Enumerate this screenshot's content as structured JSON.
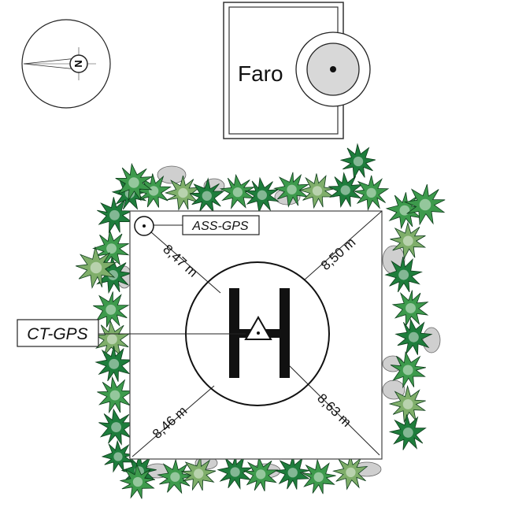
{
  "labels": {
    "lighthouse": "Faro",
    "ass_gps": "ASS-GPS",
    "ct_gps": "CT-GPS",
    "compass_letter": "N"
  },
  "distances": {
    "top_left": "8,47 m",
    "top_right": "8,50 m",
    "bottom_left": "8,46 m",
    "bottom_right": "8,63 m"
  },
  "colors": {
    "foliage_dark": "#1e7d3c",
    "foliage_mid": "#3d9a4c",
    "foliage_light": "#7fae6a",
    "rock": "#cfcfcf",
    "lighthouse_fill": "#d8d8d8",
    "ink": "#111111"
  }
}
